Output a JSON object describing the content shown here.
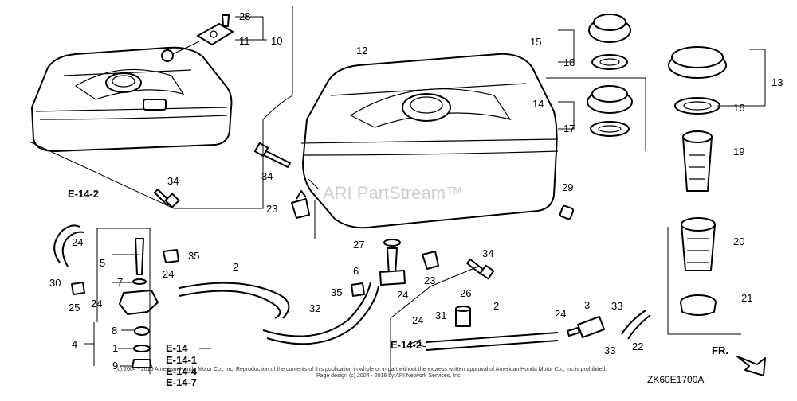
{
  "callouts": [
    {
      "id": "c28",
      "text": "28"
    },
    {
      "id": "c11",
      "text": "11"
    },
    {
      "id": "c10",
      "text": "10"
    },
    {
      "id": "c12",
      "text": "12"
    },
    {
      "id": "c15",
      "text": "15"
    },
    {
      "id": "c18",
      "text": "18"
    },
    {
      "id": "c14",
      "text": "14"
    },
    {
      "id": "c17",
      "text": "17"
    },
    {
      "id": "c13",
      "text": "13"
    },
    {
      "id": "c16",
      "text": "16"
    },
    {
      "id": "c19",
      "text": "19"
    },
    {
      "id": "c34a",
      "text": "34"
    },
    {
      "id": "c34b",
      "text": "34"
    },
    {
      "id": "c34c",
      "text": "34"
    },
    {
      "id": "c29",
      "text": "29"
    },
    {
      "id": "c23a",
      "text": "23"
    },
    {
      "id": "c23b",
      "text": "23"
    },
    {
      "id": "c24a",
      "text": "24"
    },
    {
      "id": "c24b",
      "text": "24"
    },
    {
      "id": "c24c",
      "text": "24"
    },
    {
      "id": "c24d",
      "text": "24"
    },
    {
      "id": "c24e",
      "text": "24"
    },
    {
      "id": "c24f",
      "text": "24"
    },
    {
      "id": "c30",
      "text": "30"
    },
    {
      "id": "c25",
      "text": "25"
    },
    {
      "id": "c5",
      "text": "5"
    },
    {
      "id": "c7",
      "text": "7"
    },
    {
      "id": "c8",
      "text": "8"
    },
    {
      "id": "c1",
      "text": "1"
    },
    {
      "id": "c4",
      "text": "4"
    },
    {
      "id": "c9",
      "text": "9"
    },
    {
      "id": "c35a",
      "text": "35"
    },
    {
      "id": "c35b",
      "text": "35"
    },
    {
      "id": "c2a",
      "text": "2"
    },
    {
      "id": "c2b",
      "text": "2"
    },
    {
      "id": "c27",
      "text": "27"
    },
    {
      "id": "c6",
      "text": "6"
    },
    {
      "id": "c32",
      "text": "32"
    },
    {
      "id": "c26",
      "text": "26"
    },
    {
      "id": "c31",
      "text": "31"
    },
    {
      "id": "c3",
      "text": "3"
    },
    {
      "id": "c33a",
      "text": "33"
    },
    {
      "id": "c33b",
      "text": "33"
    },
    {
      "id": "c22",
      "text": "22"
    },
    {
      "id": "c20",
      "text": "20"
    },
    {
      "id": "c21",
      "text": "21"
    }
  ],
  "references": {
    "e14_2_top": "E-14-2",
    "e14_2_bottom": "E-14-2",
    "e14": "E-14",
    "e14_1": "E-14-1",
    "e14_4": "E-14-4",
    "e14_7": "E-14-7"
  },
  "direction_label": "FR.",
  "diagram_code": "ZK60E1700A",
  "watermark": "ARI PartStream™",
  "footer": {
    "line1": "(c) 2004 - 2016 American Honda Motor Co., Inc. Reproduction of the contents of this publication in whole or in part without the express written approval of American Honda Motor Co., Inc is prohibited.",
    "line2": "Page design (c) 2004 - 2016 by ARI Network Services, Inc."
  }
}
